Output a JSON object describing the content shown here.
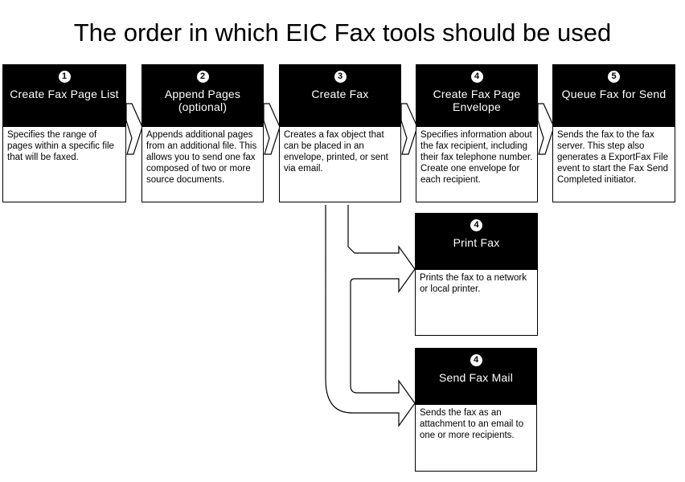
{
  "title": "The order in which EIC Fax tools should be used",
  "colors": {
    "header_bg": "#000000",
    "header_text": "#ffffff",
    "body_bg": "#ffffff",
    "border": "#000000"
  },
  "steps": [
    {
      "number": "1",
      "title": "Create Fax Page List",
      "description": "Specifies the range of pages within a specific file that will be faxed."
    },
    {
      "number": "2",
      "title": "Append Pages (optional)",
      "description": "Appends additional pages from an additional file. This allows you to send one fax composed of two or more source documents."
    },
    {
      "number": "3",
      "title": "Create Fax",
      "description": "Creates a fax object that can be placed in an envelope, printed, or sent via email."
    },
    {
      "number": "4",
      "title": "Create Fax Page Envelope",
      "description": "Specifies information about the fax recipient, including their fax telephone number. Create one envelope for each recipient."
    },
    {
      "number": "5",
      "title": "Queue Fax for Send",
      "description": "Sends the fax to the fax server. This step also generates a ExportFax File event to start the Fax Send Completed initiator."
    }
  ],
  "branches": [
    {
      "number": "4",
      "title": "Print Fax",
      "description": "Prints the fax to a network or local printer."
    },
    {
      "number": "4",
      "title": "Send Fax Mail",
      "description": "Sends the fax as an attachment to an email to one or more recipients."
    }
  ]
}
